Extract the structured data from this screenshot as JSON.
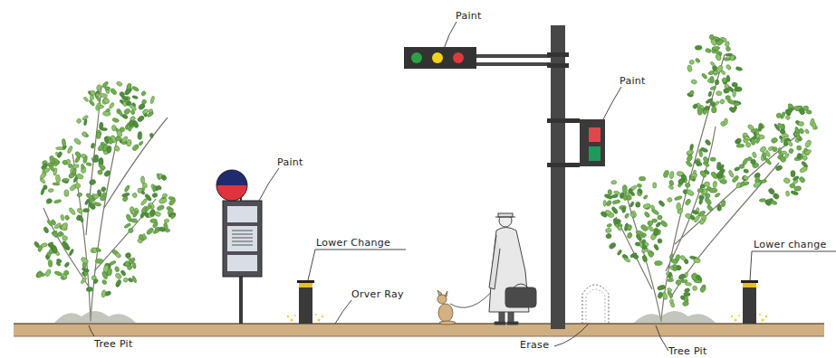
{
  "diagram": {
    "labels": [
      "Paint",
      "Paint",
      "Paint",
      "Lower Change",
      "Lower change",
      "Orver Ray",
      "Tree Pit",
      "Erase",
      "Tree Pit"
    ]
  }
}
